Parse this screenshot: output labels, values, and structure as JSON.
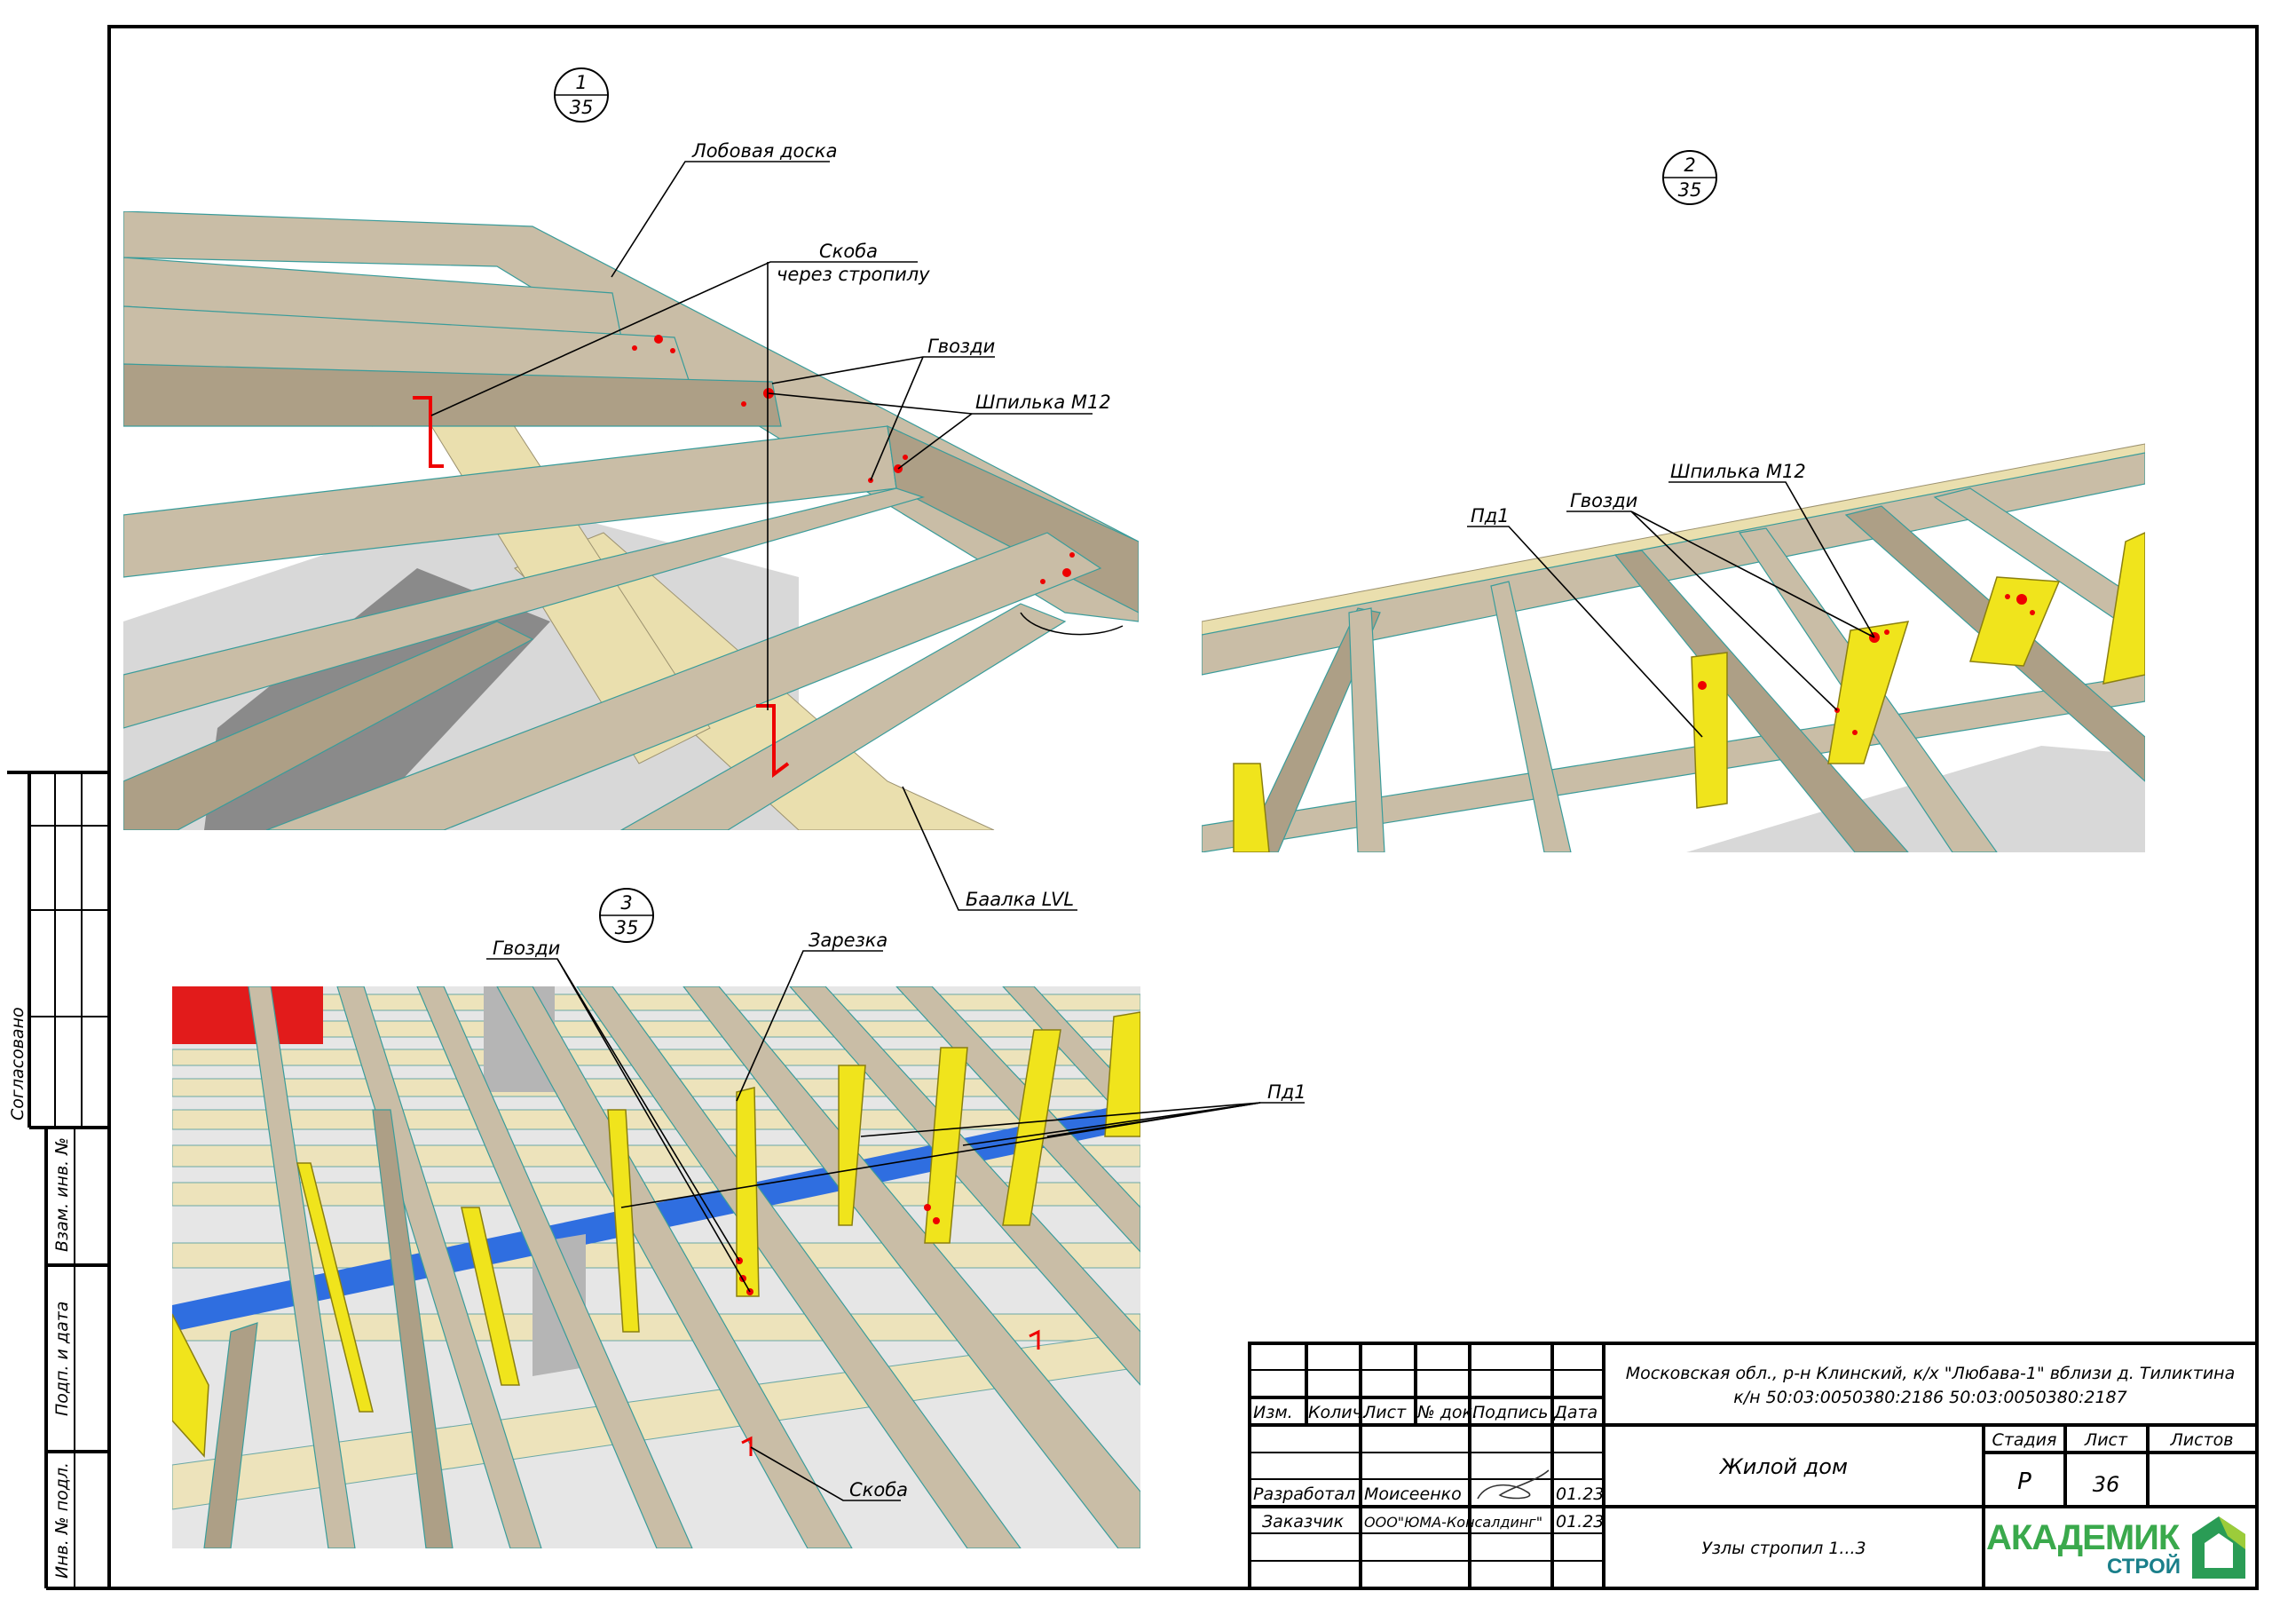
{
  "views": [
    {
      "number": "1",
      "sheet": "35",
      "labels": {
        "fascia": "Лобовая доска",
        "bracket_1": "Скоба",
        "bracket_2": "через стропилу",
        "nails": "Гвозди",
        "stud": "Шпилька М12",
        "lvl_beam": "Баалка LVL"
      }
    },
    {
      "number": "2",
      "sheet": "35",
      "labels": {
        "pd1": "Пд1",
        "nails": "Гвозди",
        "stud": "Шпилька М12"
      }
    },
    {
      "number": "3",
      "sheet": "35",
      "labels": {
        "nails": "Гвозди",
        "notch": "Зарезка",
        "pd1": "Пд1",
        "bracket": "Скоба"
      }
    }
  ],
  "side_stamp": {
    "agreed": "Согласовано",
    "replaced_inv": "Взам. инв. №",
    "sign_date": "Подп. и дата",
    "inv_orig": "Инв. № подл."
  },
  "title_block": {
    "headers": [
      "Изм.",
      "Колич.",
      "Лист",
      "№ док.",
      "Подпись",
      "Дата"
    ],
    "address_line1": "Московская обл., р-н Клинский, к/х \"Любава-1\" вблизи д. Тиликтина",
    "address_line2": "к/н 50:03:0050380:2186 50:03:0050380:2187",
    "object": "Жилой дом",
    "sheet_title": "Узлы стропил 1...3",
    "stage_label": "Стадия",
    "sheet_label": "Лист",
    "sheets_label": "Листов",
    "stage": "Р",
    "sheet": "36",
    "sheets": "",
    "developed_role": "Разработал",
    "developed_name": "Моисеенко",
    "developed_date": "01.23",
    "customer_role": "Заказчик",
    "customer_name": "ООО\"ЮМА-Консалдинг\"",
    "customer_date": "01.23",
    "logo_main": "АКАДЕМИК",
    "logo_sub": "СТРОЙ",
    "logo_colors": {
      "green": "#3db04a",
      "teal": "#1a7f8a"
    }
  }
}
